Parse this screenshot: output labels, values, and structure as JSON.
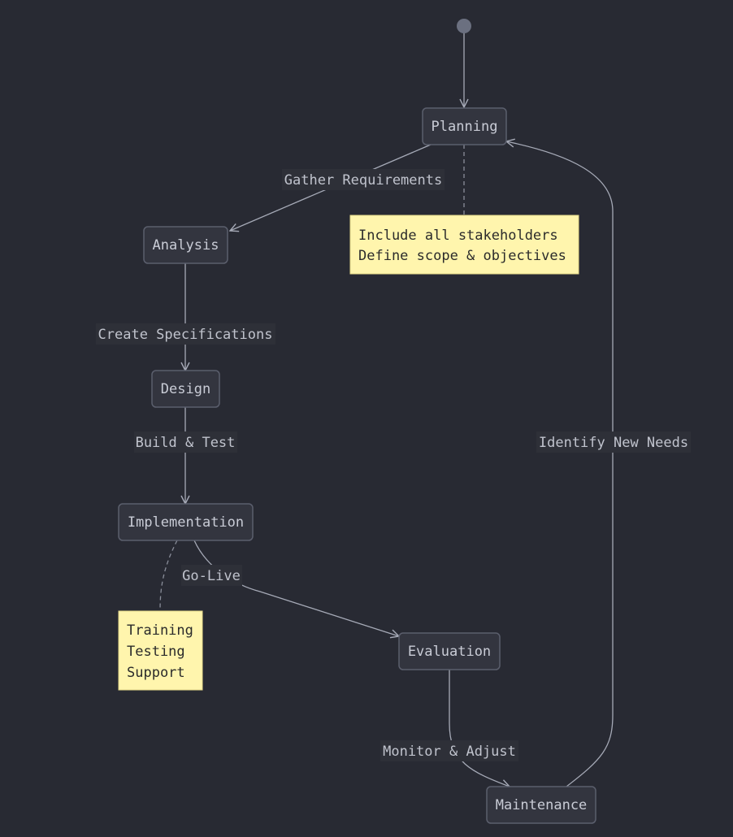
{
  "states": {
    "planning": "Planning",
    "analysis": "Analysis",
    "design": "Design",
    "implementation": "Implementation",
    "evaluation": "Evaluation",
    "maintenance": "Maintenance"
  },
  "transitions": {
    "gather_requirements": "Gather Requirements",
    "create_specifications": "Create Specifications",
    "build_and_test": "Build & Test",
    "go_live": "Go-Live",
    "monitor_and_adjust": "Monitor & Adjust",
    "identify_new_needs": "Identify New Needs"
  },
  "notes": {
    "planning": [
      "Include all stakeholders",
      "Define scope & objectives"
    ],
    "implementation": [
      "Training",
      "Testing",
      "Support"
    ]
  },
  "colors": {
    "background": "#282a33",
    "node_fill": "#33353f",
    "node_stroke": "#5b5f6d",
    "note_fill": "#fff5ad",
    "edge": "#a6aab7"
  }
}
